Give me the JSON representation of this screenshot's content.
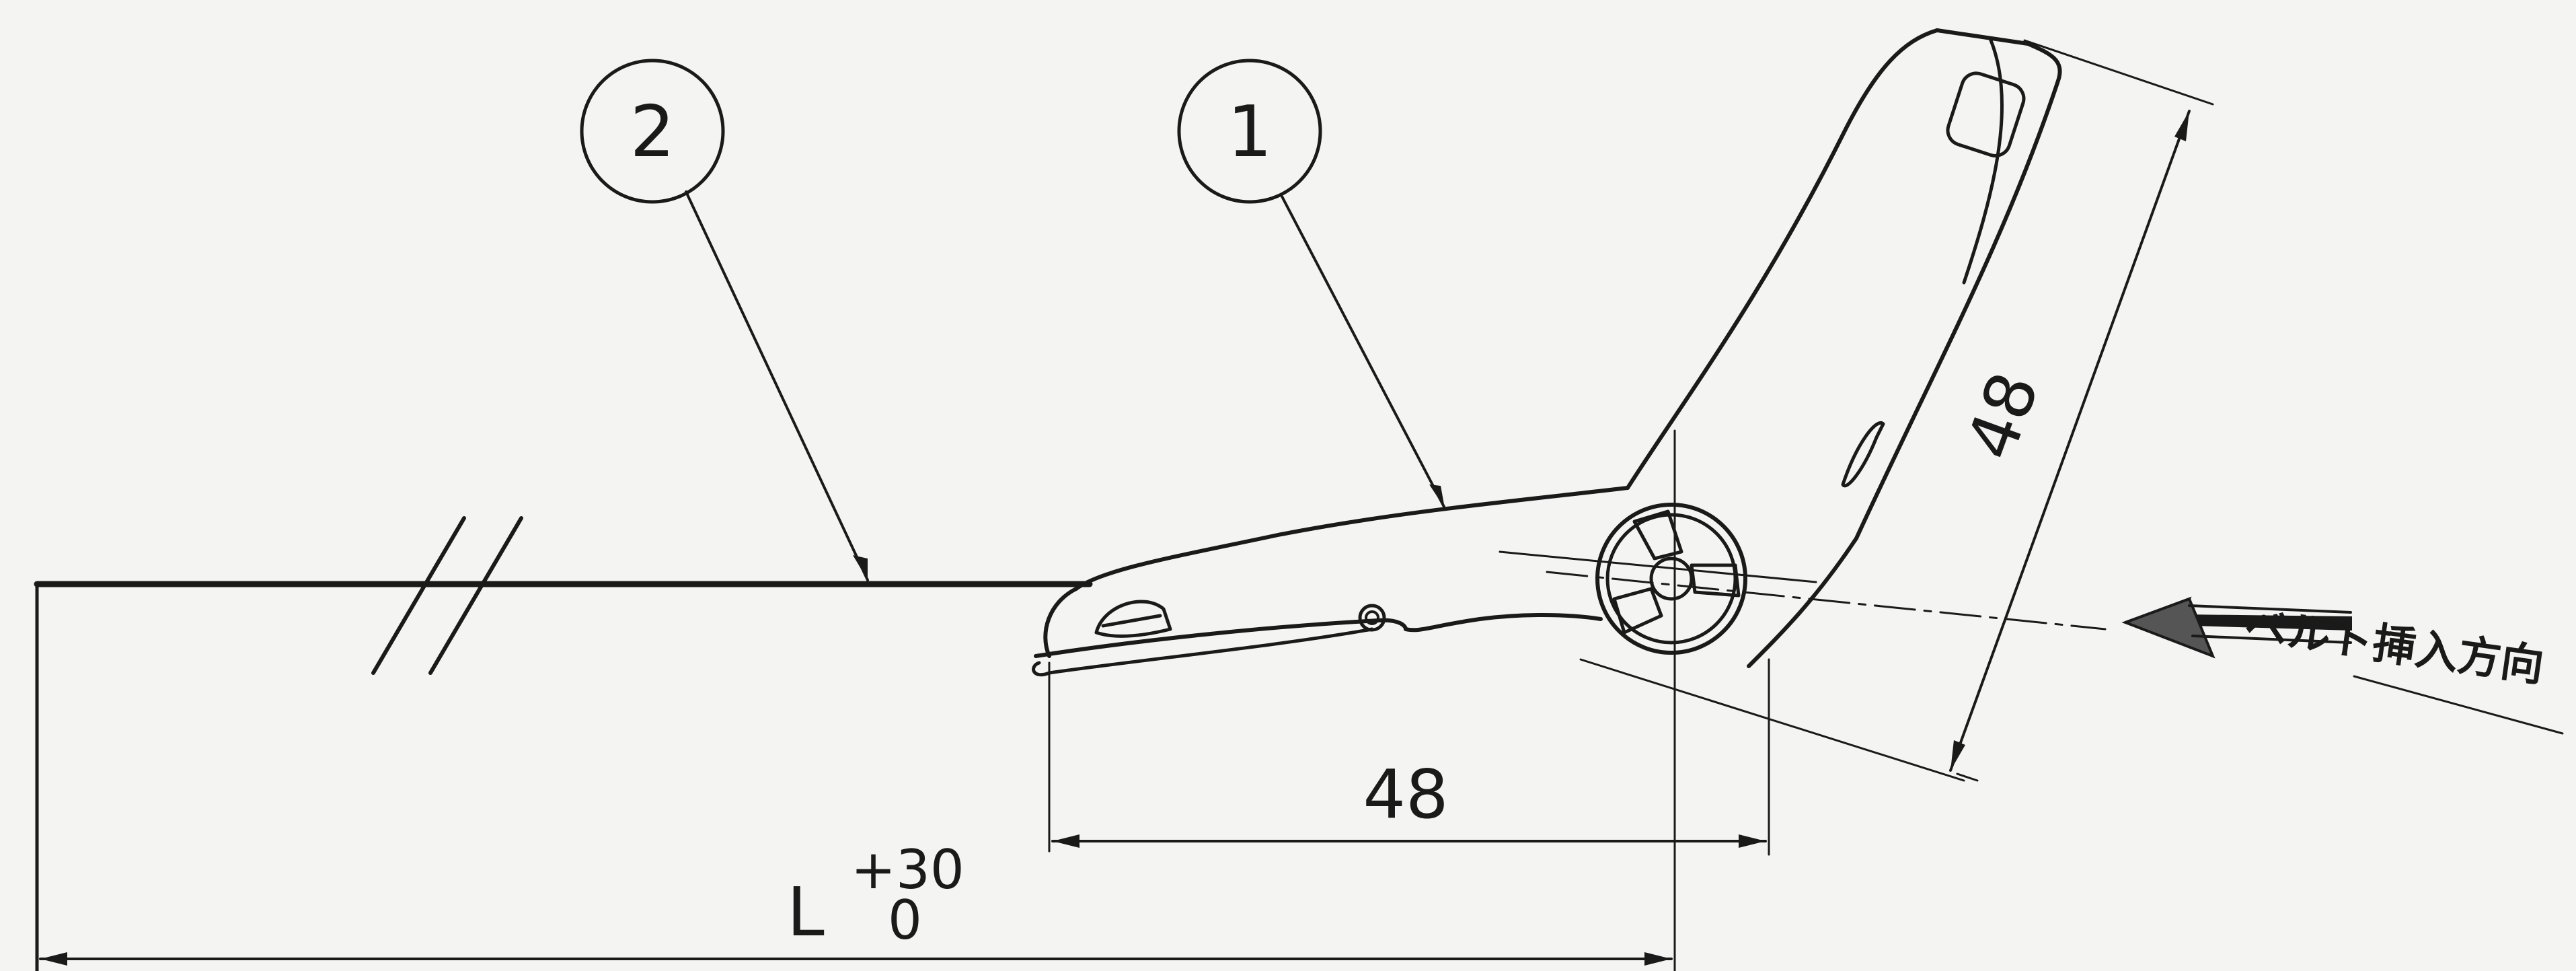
{
  "callouts": [
    {
      "number": "2"
    },
    {
      "number": "1"
    }
  ],
  "dimensions": {
    "horizontal": "48",
    "angled": "48",
    "length_symbol": "L",
    "length_upper_tol": "+30",
    "length_lower_tol": "0"
  },
  "direction_label": "ベルト挿入方向",
  "colors": {
    "ink": "#1a1a1a",
    "paper": "#f4f4f2"
  }
}
